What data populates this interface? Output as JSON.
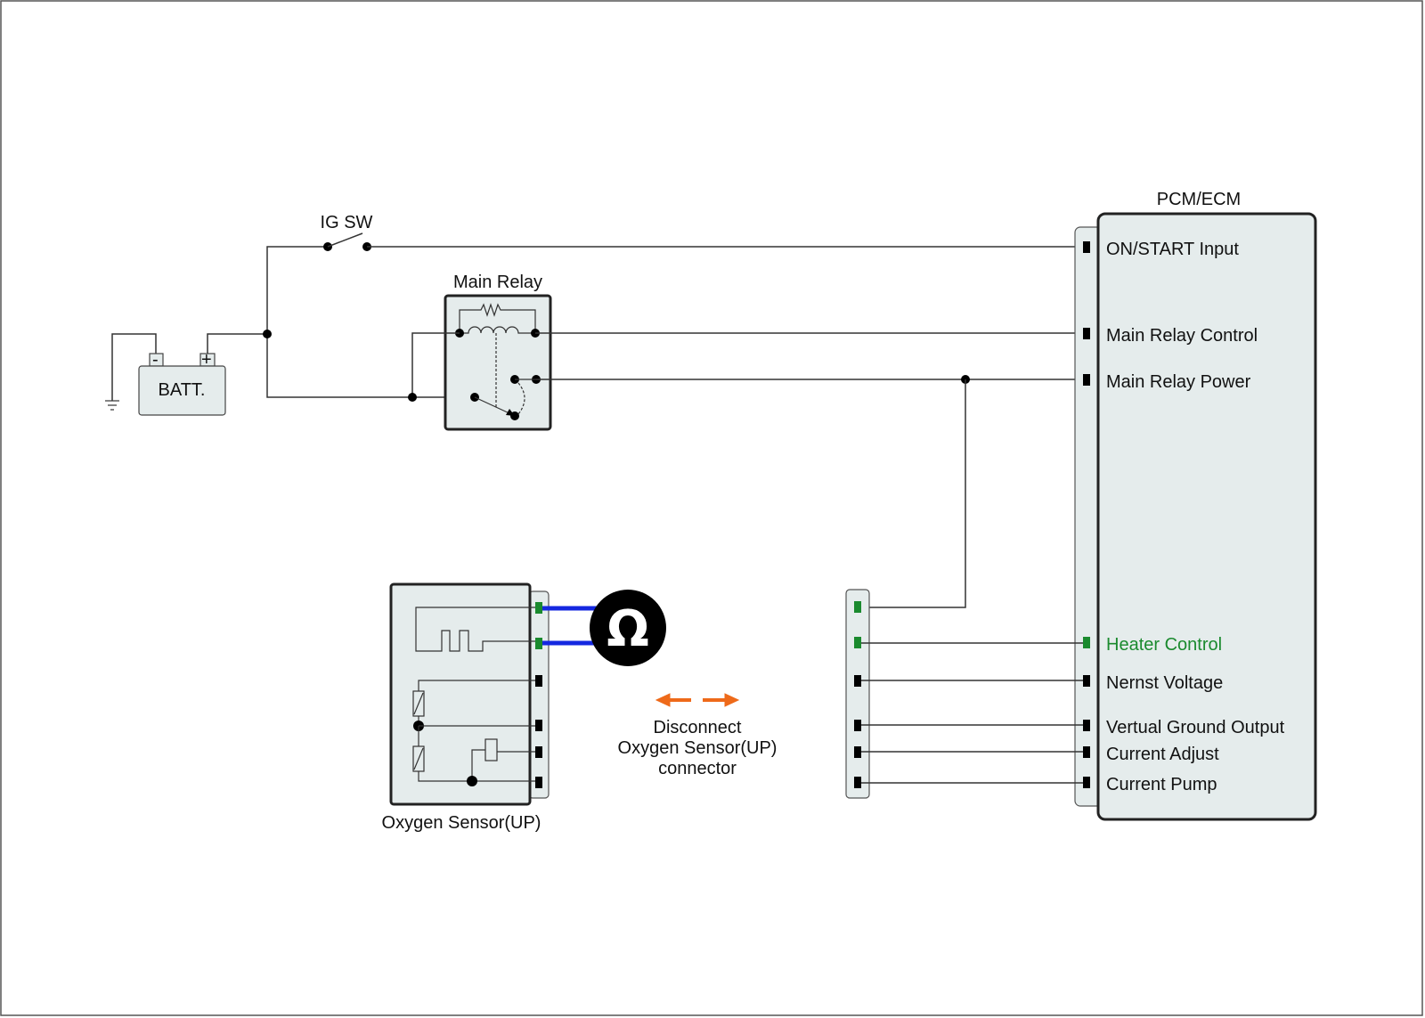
{
  "diagram": {
    "components": {
      "battery": {
        "label": "BATT.",
        "neg_terminal": "-",
        "pos_terminal": "+"
      },
      "ignition_switch": {
        "label": "IG SW"
      },
      "main_relay": {
        "label": "Main Relay"
      },
      "ecm": {
        "label": "PCM/ECM",
        "pins": [
          {
            "label": "ON/START Input",
            "highlight": false
          },
          {
            "label": "Main Relay Control",
            "highlight": false
          },
          {
            "label": "Main Relay Power",
            "highlight": false
          },
          {
            "label": "Heater Control",
            "highlight": true
          },
          {
            "label": "Nernst Voltage",
            "highlight": false
          },
          {
            "label": "Vertual Ground Output",
            "highlight": false
          },
          {
            "label": "Current Adjust",
            "highlight": false
          },
          {
            "label": "Current Pump",
            "highlight": false
          }
        ]
      },
      "oxygen_sensor": {
        "label": "Oxygen Sensor(UP)"
      },
      "ohmmeter": {
        "symbol": "Ω",
        "probe_color": "#1428e0"
      }
    },
    "instruction": {
      "lines": [
        "Disconnect",
        "Oxygen Sensor(UP)",
        "connector"
      ],
      "arrow_color": "#ee6a1a"
    },
    "colors": {
      "highlight": "#1a8a2e",
      "box_fill": "#e5ecec"
    }
  }
}
